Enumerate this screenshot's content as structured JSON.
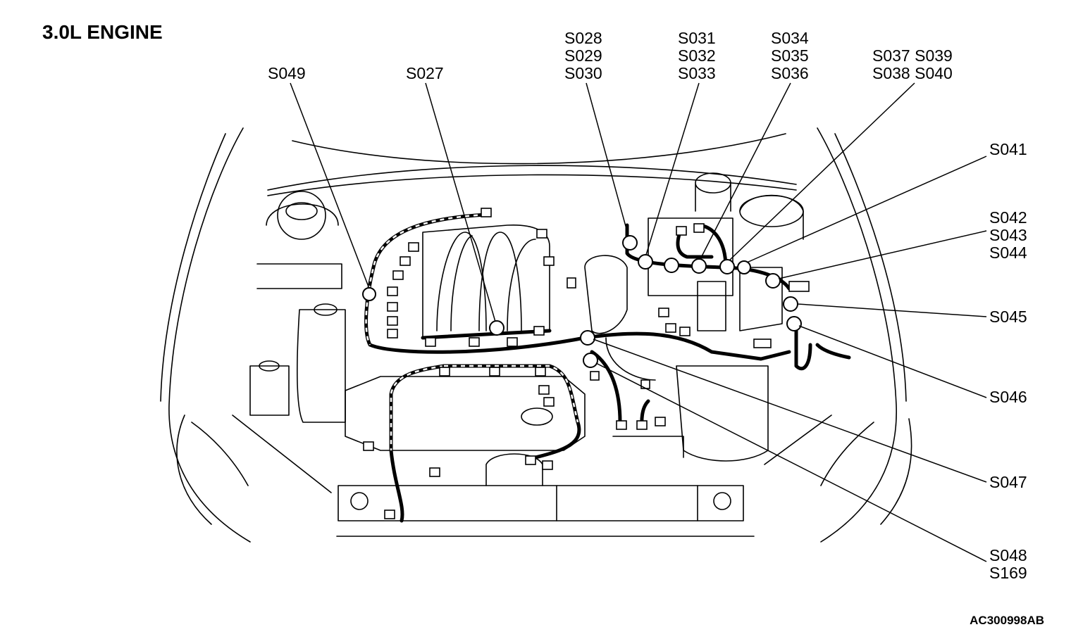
{
  "title": "3.0L ENGINE",
  "figure_code": "AC300998AB",
  "labels": {
    "s049": [
      "S049"
    ],
    "s027": [
      "S027"
    ],
    "s028": [
      "S028",
      "S029",
      "S030"
    ],
    "s031": [
      "S031",
      "S032",
      "S033"
    ],
    "s034": [
      "S034",
      "S035",
      "S036"
    ],
    "s037": [
      "S037 S039",
      "S038 S040"
    ],
    "s041": [
      "S041"
    ],
    "s042": [
      "S042",
      "S043",
      "S044"
    ],
    "s045": [
      "S045"
    ],
    "s046": [
      "S046"
    ],
    "s047": [
      "S047"
    ],
    "s048": [
      "S048",
      "S169"
    ]
  }
}
